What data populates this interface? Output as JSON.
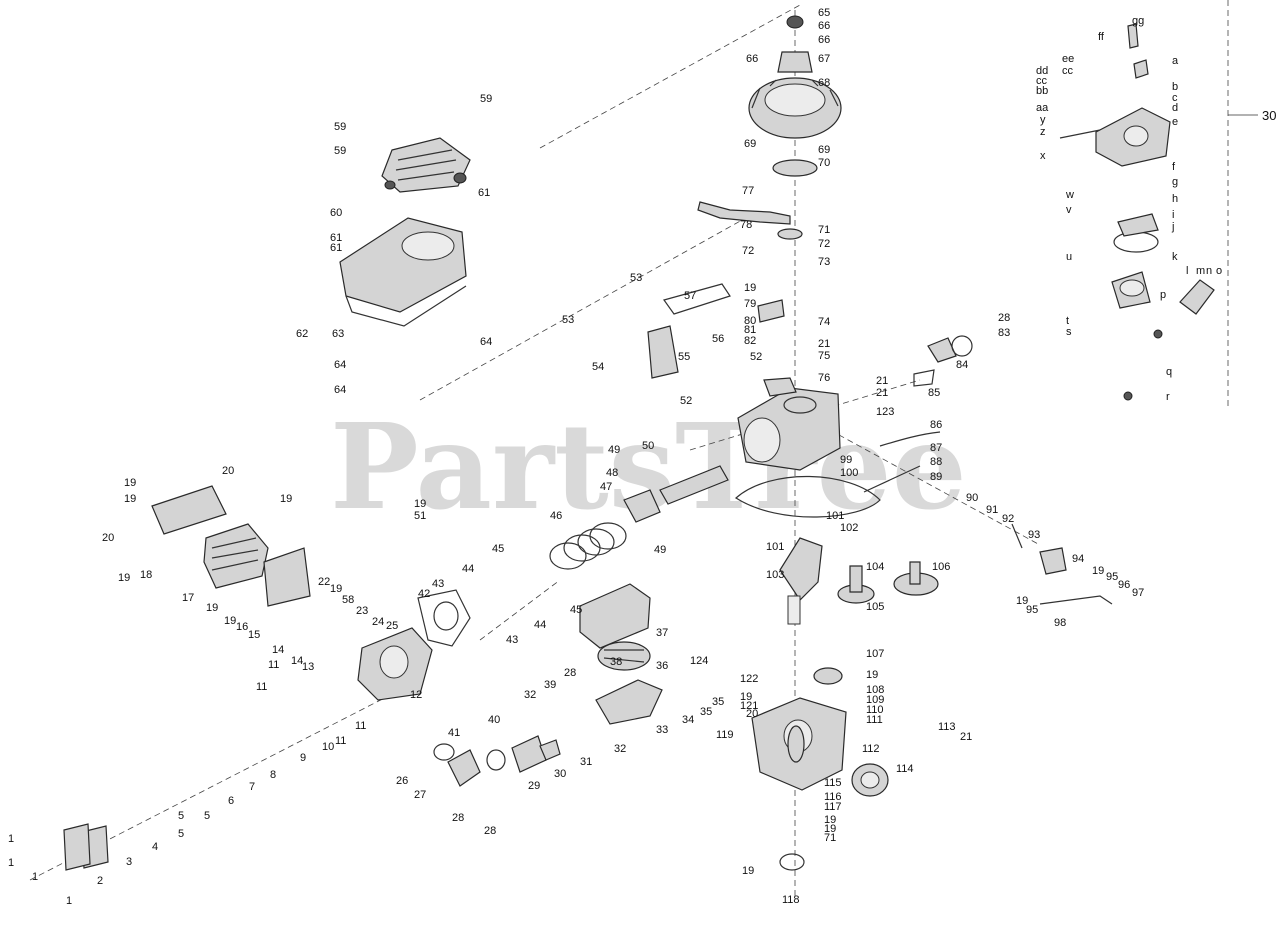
{
  "watermark": "PartsTree",
  "assembly_callout": "30",
  "labels": [
    [
      "1",
      8,
      838
    ],
    [
      "1",
      8,
      862
    ],
    [
      "1",
      32,
      876
    ],
    [
      "1",
      66,
      900
    ],
    [
      "2",
      97,
      880
    ],
    [
      "3",
      126,
      861
    ],
    [
      "4",
      152,
      846
    ],
    [
      "5",
      178,
      833
    ],
    [
      "5",
      178,
      815
    ],
    [
      "5",
      204,
      815
    ],
    [
      "6",
      228,
      800
    ],
    [
      "7",
      249,
      786
    ],
    [
      "8",
      270,
      774
    ],
    [
      "9",
      300,
      757
    ],
    [
      "10",
      322,
      746
    ],
    [
      "11",
      335,
      740
    ],
    [
      "11",
      355,
      725
    ],
    [
      "11",
      256,
      686
    ],
    [
      "11",
      268,
      664
    ],
    [
      "12",
      410,
      694
    ],
    [
      "13",
      302,
      666
    ],
    [
      "14",
      272,
      649
    ],
    [
      "14",
      291,
      660
    ],
    [
      "15",
      248,
      634
    ],
    [
      "16",
      236,
      626
    ],
    [
      "17",
      182,
      597
    ],
    [
      "18",
      140,
      574
    ],
    [
      "19",
      118,
      577
    ],
    [
      "19",
      206,
      607
    ],
    [
      "19",
      224,
      620
    ],
    [
      "19",
      280,
      498
    ],
    [
      "19",
      124,
      482
    ],
    [
      "19",
      124,
      498
    ],
    [
      "20",
      222,
      470
    ],
    [
      "20",
      102,
      537
    ],
    [
      "19",
      414,
      503
    ],
    [
      "51",
      414,
      515
    ],
    [
      "22",
      318,
      581
    ],
    [
      "19",
      330,
      588
    ],
    [
      "58",
      342,
      599
    ],
    [
      "23",
      356,
      610
    ],
    [
      "24",
      372,
      621
    ],
    [
      "25",
      386,
      625
    ],
    [
      "42",
      418,
      593
    ],
    [
      "43",
      432,
      583
    ],
    [
      "44",
      462,
      568
    ],
    [
      "45",
      492,
      548
    ],
    [
      "43",
      506,
      639
    ],
    [
      "44",
      534,
      624
    ],
    [
      "45",
      570,
      609
    ],
    [
      "46",
      550,
      515
    ],
    [
      "47",
      600,
      486
    ],
    [
      "48",
      606,
      472
    ],
    [
      "49",
      608,
      449
    ],
    [
      "50",
      642,
      445
    ],
    [
      "49",
      654,
      549
    ],
    [
      "37",
      656,
      632
    ],
    [
      "36",
      656,
      665
    ],
    [
      "124",
      690,
      660
    ],
    [
      "35",
      712,
      701
    ],
    [
      "35",
      700,
      711
    ],
    [
      "34",
      682,
      719
    ],
    [
      "33",
      656,
      729
    ],
    [
      "38",
      610,
      661
    ],
    [
      "28",
      564,
      672
    ],
    [
      "39",
      544,
      684
    ],
    [
      "32",
      524,
      694
    ],
    [
      "32",
      614,
      748
    ],
    [
      "31",
      580,
      761
    ],
    [
      "30",
      554,
      773
    ],
    [
      "29",
      528,
      785
    ],
    [
      "40",
      488,
      719
    ],
    [
      "41",
      448,
      732
    ],
    [
      "26",
      396,
      780
    ],
    [
      "27",
      414,
      794
    ],
    [
      "28",
      452,
      817
    ],
    [
      "28",
      484,
      830
    ],
    [
      "53",
      630,
      277
    ],
    [
      "53",
      562,
      319
    ],
    [
      "57",
      684,
      295
    ],
    [
      "56",
      712,
      338
    ],
    [
      "55",
      678,
      356
    ],
    [
      "54",
      592,
      366
    ],
    [
      "52",
      750,
      356
    ],
    [
      "52",
      680,
      400
    ],
    [
      "59",
      334,
      126
    ],
    [
      "59",
      480,
      98
    ],
    [
      "59",
      334,
      150
    ],
    [
      "60",
      330,
      212
    ],
    [
      "61",
      478,
      192
    ],
    [
      "61",
      330,
      237
    ],
    [
      "61",
      330,
      247
    ],
    [
      "62",
      296,
      333
    ],
    [
      "63",
      332,
      333
    ],
    [
      "64",
      334,
      364
    ],
    [
      "64",
      480,
      341
    ],
    [
      "64",
      334,
      389
    ],
    [
      "65",
      818,
      12
    ],
    [
      "66",
      818,
      25
    ],
    [
      "66",
      818,
      39
    ],
    [
      "66",
      746,
      58
    ],
    [
      "67",
      818,
      58
    ],
    [
      "68",
      818,
      82
    ],
    [
      "69",
      744,
      143
    ],
    [
      "69",
      818,
      149
    ],
    [
      "70",
      818,
      162
    ],
    [
      "77",
      742,
      190
    ],
    [
      "71",
      818,
      229
    ],
    [
      "78",
      740,
      224
    ],
    [
      "72",
      742,
      250
    ],
    [
      "72",
      818,
      243
    ],
    [
      "73",
      818,
      261
    ],
    [
      "19",
      744,
      287
    ],
    [
      "79",
      744,
      303
    ],
    [
      "80",
      744,
      320
    ],
    [
      "81",
      744,
      329
    ],
    [
      "82",
      744,
      340
    ],
    [
      "74",
      818,
      321
    ],
    [
      "21",
      818,
      343
    ],
    [
      "75",
      818,
      355
    ],
    [
      "76",
      818,
      377
    ],
    [
      "21",
      876,
      380
    ],
    [
      "21",
      876,
      392
    ],
    [
      "123",
      876,
      411
    ],
    [
      "28",
      998,
      317
    ],
    [
      "83",
      998,
      332
    ],
    [
      "84",
      956,
      364
    ],
    [
      "85",
      928,
      392
    ],
    [
      "86",
      930,
      424
    ],
    [
      "87",
      930,
      447
    ],
    [
      "88",
      930,
      461
    ],
    [
      "89",
      930,
      476
    ],
    [
      "99",
      840,
      459
    ],
    [
      "100",
      840,
      472
    ],
    [
      "90",
      966,
      497
    ],
    [
      "91",
      986,
      509
    ],
    [
      "92",
      1002,
      518
    ],
    [
      "93",
      1028,
      534
    ],
    [
      "94",
      1072,
      558
    ],
    [
      "19",
      1092,
      570
    ],
    [
      "95",
      1106,
      576
    ],
    [
      "96",
      1118,
      584
    ],
    [
      "97",
      1132,
      592
    ],
    [
      "19",
      1016,
      600
    ],
    [
      "95",
      1026,
      609
    ],
    [
      "98",
      1054,
      622
    ],
    [
      "101",
      826,
      515
    ],
    [
      "102",
      840,
      527
    ],
    [
      "101",
      766,
      546
    ],
    [
      "103",
      766,
      574
    ],
    [
      "104",
      866,
      566
    ],
    [
      "105",
      866,
      606
    ],
    [
      "106",
      932,
      566
    ],
    [
      "107",
      866,
      653
    ],
    [
      "19",
      866,
      674
    ],
    [
      "108",
      866,
      689
    ],
    [
      "109",
      866,
      699
    ],
    [
      "110",
      866,
      709
    ],
    [
      "111",
      866,
      719
    ],
    [
      "122",
      740,
      678
    ],
    [
      "19",
      740,
      696
    ],
    [
      "121",
      740,
      705
    ],
    [
      "20",
      746,
      713
    ],
    [
      "119",
      716,
      734
    ],
    [
      "112",
      862,
      748
    ],
    [
      "113",
      938,
      726
    ],
    [
      "21",
      960,
      736
    ],
    [
      "114",
      896,
      768
    ],
    [
      "115",
      824,
      782
    ],
    [
      "116",
      824,
      796
    ],
    [
      "117",
      824,
      806
    ],
    [
      "19",
      824,
      819
    ],
    [
      "19",
      824,
      828
    ],
    [
      "71",
      824,
      837
    ],
    [
      "19",
      742,
      870
    ],
    [
      "118",
      782,
      899
    ],
    [
      "gg",
      1132,
      20
    ],
    [
      "ff",
      1098,
      36
    ],
    [
      "a",
      1172,
      60
    ],
    [
      "ee",
      1062,
      58
    ],
    [
      "cc",
      1062,
      70
    ],
    [
      "dd",
      1036,
      70
    ],
    [
      "cc",
      1036,
      80
    ],
    [
      "bb",
      1036,
      90
    ],
    [
      "aa",
      1036,
      107
    ],
    [
      "b",
      1172,
      86
    ],
    [
      "c",
      1172,
      97
    ],
    [
      "d",
      1172,
      107
    ],
    [
      "e",
      1172,
      121
    ],
    [
      "y",
      1040,
      119
    ],
    [
      "z",
      1040,
      131
    ],
    [
      "x",
      1040,
      155
    ],
    [
      "f",
      1172,
      166
    ],
    [
      "g",
      1172,
      181
    ],
    [
      "h",
      1172,
      198
    ],
    [
      "i",
      1172,
      214
    ],
    [
      "j",
      1172,
      226
    ],
    [
      "w",
      1066,
      194
    ],
    [
      "v",
      1066,
      209
    ],
    [
      "k",
      1172,
      256
    ],
    [
      "u",
      1066,
      256
    ],
    [
      "l",
      1186,
      270
    ],
    [
      "m",
      1196,
      270
    ],
    [
      "n",
      1206,
      270
    ],
    [
      "o",
      1216,
      270
    ],
    [
      "p",
      1160,
      294
    ],
    [
      "t",
      1066,
      320
    ],
    [
      "s",
      1066,
      331
    ],
    [
      "q",
      1166,
      371
    ],
    [
      "r",
      1166,
      396
    ]
  ]
}
